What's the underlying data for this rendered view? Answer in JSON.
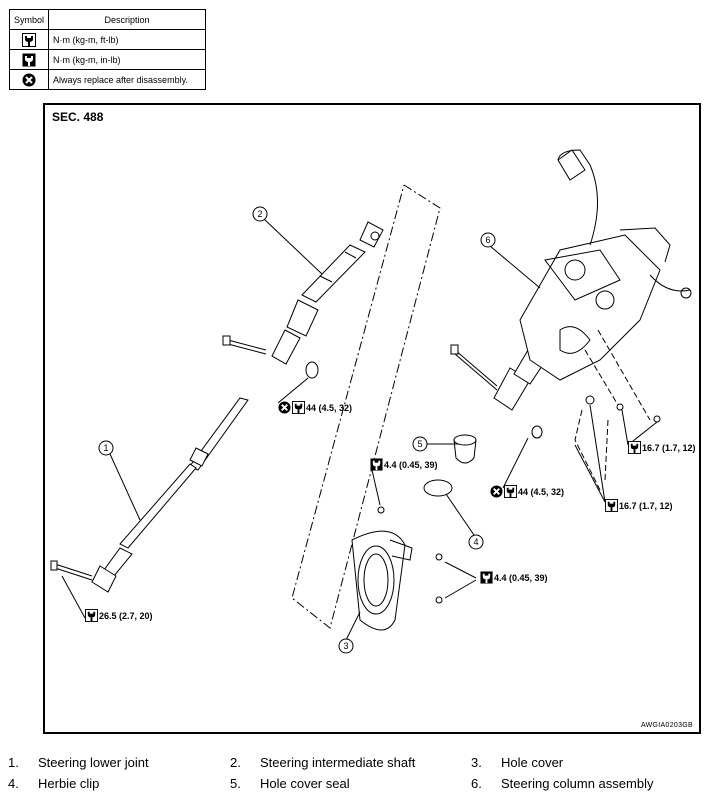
{
  "symbol_table": {
    "headers": [
      "Symbol",
      "Description"
    ],
    "rows": [
      {
        "icon": "torque-wrench-ftlb-icon",
        "description": "N·m (kg-m, ft-lb)"
      },
      {
        "icon": "torque-wrench-inlb-icon",
        "description": "N·m (kg-m, in-lb)"
      },
      {
        "icon": "always-replace-icon",
        "description": "Always replace after disassembly."
      }
    ]
  },
  "diagram": {
    "section": "SEC. 488",
    "code": "AWGIA0203GB",
    "part_numbers": [
      "1",
      "2",
      "3",
      "4",
      "5",
      "6"
    ],
    "torque_callouts": [
      {
        "replace": true,
        "unit": "ft-lb",
        "text": "44 (4.5, 32)"
      },
      {
        "replace": false,
        "unit": "ft-lb",
        "text": "26.5 (2.7, 20)"
      },
      {
        "replace": false,
        "unit": "in-lb",
        "text": "4.4 (0.45, 39)"
      },
      {
        "replace": true,
        "unit": "ft-lb",
        "text": "44 (4.5, 32)"
      },
      {
        "replace": false,
        "unit": "in-lb",
        "text": "4.4 (0.45, 39)"
      },
      {
        "replace": false,
        "unit": "ft-lb",
        "text": "16.7 (1.7, 12)"
      },
      {
        "replace": false,
        "unit": "ft-lb",
        "text": "16.7 (1.7, 12)"
      }
    ]
  },
  "legend": [
    {
      "num": "1.",
      "name": "Steering lower joint"
    },
    {
      "num": "2.",
      "name": "Steering intermediate shaft"
    },
    {
      "num": "3.",
      "name": "Hole cover"
    },
    {
      "num": "4.",
      "name": "Herbie clip"
    },
    {
      "num": "5.",
      "name": "Hole cover seal"
    },
    {
      "num": "6.",
      "name": "Steering column assembly"
    }
  ]
}
